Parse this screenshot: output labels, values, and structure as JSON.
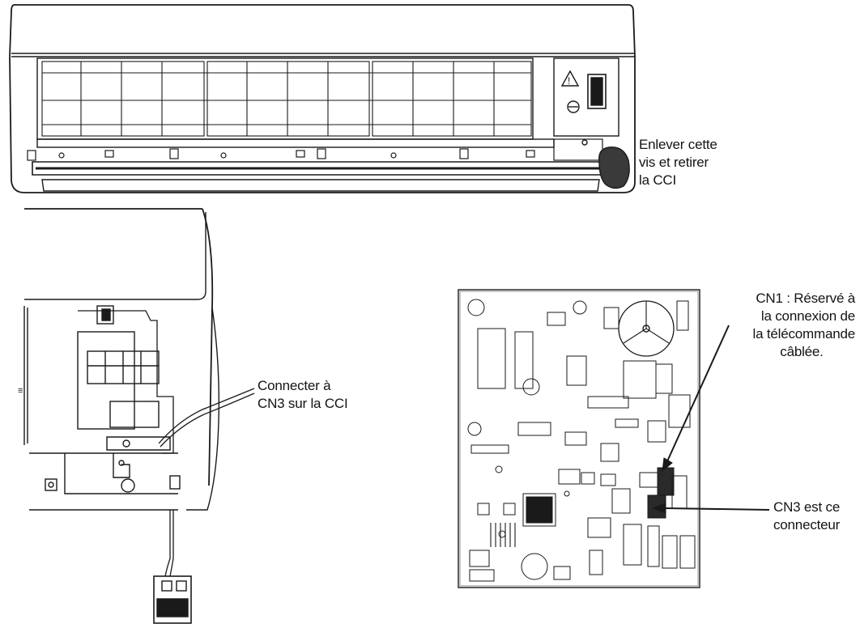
{
  "labels": {
    "screw": [
      "Enlever cette",
      "vis et retirer",
      "la CCI"
    ],
    "cn3_connect": [
      "Connecter à",
      "CN3 sur la CCI"
    ],
    "cn1": [
      "CN1 : Réservé à",
      "la connexion de",
      "la télécommande",
      "câblée."
    ],
    "cn3_connector": [
      "CN3 est ce",
      "connecteur"
    ]
  }
}
